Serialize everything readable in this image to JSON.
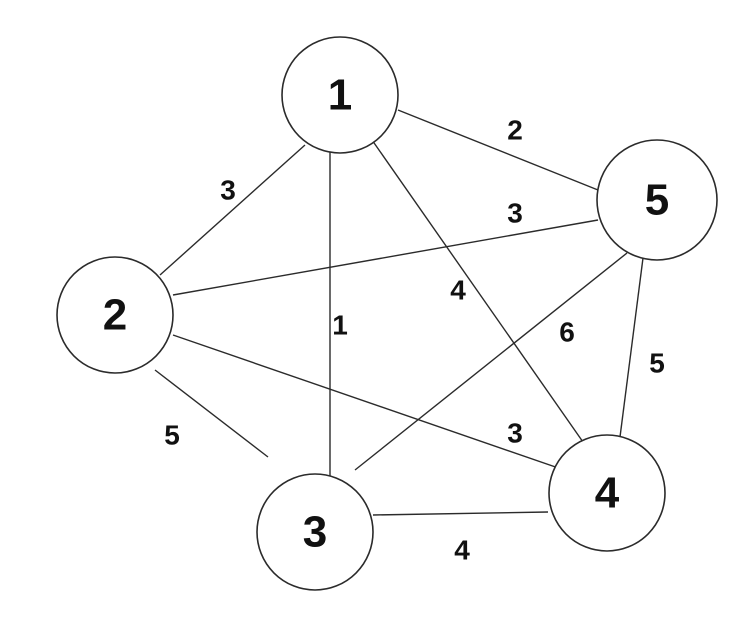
{
  "graph": {
    "nodes": [
      {
        "id": "1",
        "label": "1"
      },
      {
        "id": "2",
        "label": "2"
      },
      {
        "id": "3",
        "label": "3"
      },
      {
        "id": "4",
        "label": "4"
      },
      {
        "id": "5",
        "label": "5"
      }
    ],
    "edges": [
      {
        "from": "1",
        "to": "2",
        "weight": "3"
      },
      {
        "from": "1",
        "to": "3",
        "weight": "1"
      },
      {
        "from": "1",
        "to": "4",
        "weight": "4"
      },
      {
        "from": "1",
        "to": "5",
        "weight": "2"
      },
      {
        "from": "2",
        "to": "5",
        "weight": "3"
      },
      {
        "from": "2",
        "to": "3",
        "weight": "5"
      },
      {
        "from": "2",
        "to": "4",
        "weight": "3"
      },
      {
        "from": "3",
        "to": "5",
        "weight": "6"
      },
      {
        "from": "3",
        "to": "4",
        "weight": "4"
      },
      {
        "from": "5",
        "to": "4",
        "weight": "5"
      }
    ]
  }
}
